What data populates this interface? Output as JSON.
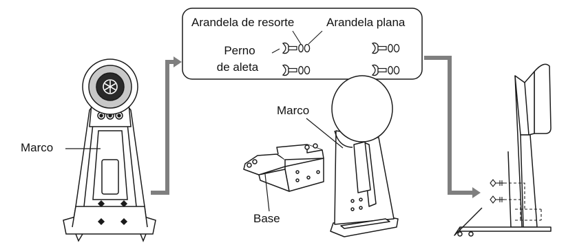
{
  "labels": {
    "marco_left": "Marco",
    "spring_washer": "Arandela de resorte",
    "flat_washer": "Arandela plana",
    "wing_bolt_line1": "Perno",
    "wing_bolt_line2": "de aleta",
    "marco_middle": "Marco",
    "base": "Base"
  },
  "colors": {
    "line": "#1a1a1a",
    "arrow": "#7f7f7f",
    "fill": "#ffffff",
    "pad_ring": "#c8c8c8",
    "pad_center": "#2a2a2a"
  },
  "icons": {
    "logo": "yamaha-tuning-fork-logo",
    "bolt": "wing-bolt-icon",
    "arrow": "process-arrow"
  },
  "parts_box": {
    "bolt_sets": 4
  }
}
